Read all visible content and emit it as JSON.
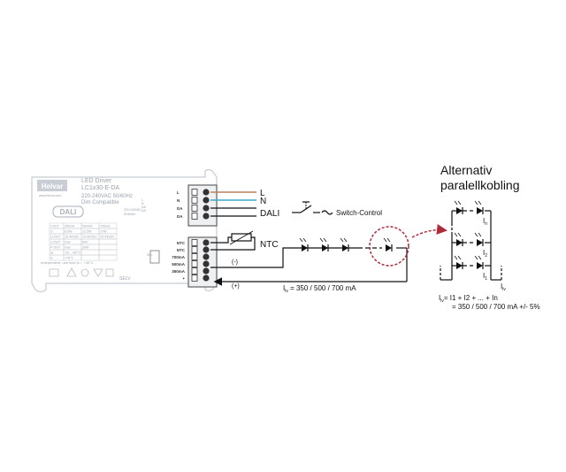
{
  "driver": {
    "brand": "Helvar",
    "website": "www.helvar.com",
    "title_line1": "LED Driver",
    "title_line2": "LC1x30-E-DA",
    "spec_line1": "220-240VAC 50/60Hz",
    "spec_line2": "Dim Compatible",
    "dali_badge": "DALI",
    "table": [
      [
        "I-OUT",
        "350mA",
        "500mA",
        "700mA"
      ],
      [
        "U",
        "8.6W",
        "12.5W",
        "17W"
      ],
      [
        "U-OUT",
        "15-40VDC",
        "15-40VDC",
        "15-43VDC"
      ],
      [
        "U-OUT",
        "max",
        "60V",
        ""
      ],
      [
        "P-OUT",
        "max",
        "30W",
        ""
      ],
      [
        "ta",
        "-20...+50°C",
        "",
        ""
      ],
      [
        "tc",
        "+75°C",
        "",
        ""
      ]
    ],
    "footnote": "Independent, use max tc = +40°C",
    "selv": "SELV",
    "left_terminals": [
      "L",
      "N",
      "DA",
      "DA"
    ],
    "mains_label_1": "220-240VAC",
    "mains_label_2": "50/60Hz",
    "right_terminals": [
      "L",
      "N",
      "DA",
      "DA"
    ],
    "output_terminals": [
      "NTC",
      "NTC",
      "700mA",
      "500mA",
      "350mA",
      "+"
    ],
    "dip_label": "SEL"
  },
  "wires": {
    "l_label": "L",
    "n_label": "N",
    "dali_label": "DALI",
    "switch_control_label": "Switch-Control",
    "ntc_label": "NTC",
    "minus_label": "(-)",
    "plus_label": "(+)",
    "current_label": "350 / 500 / 700 mA",
    "current_symbol": "I",
    "current_sub": "lv"
  },
  "alternative": {
    "title_line1": "Alternativ",
    "title_line2": "paralellkobling",
    "branch_labels": [
      "n",
      "2",
      "1"
    ],
    "branch_symbol": "I",
    "total_sub": "lv",
    "formula_line1": "= I1 + I2 + ... + In",
    "formula_line2": "= 350 / 500 / 700 mA +/- 5%"
  },
  "colors": {
    "l_wire": "#b9845a",
    "n_wire": "#3fa7c8",
    "highlight": "#b02a3a",
    "driver_outline": "#c6ccd2"
  }
}
